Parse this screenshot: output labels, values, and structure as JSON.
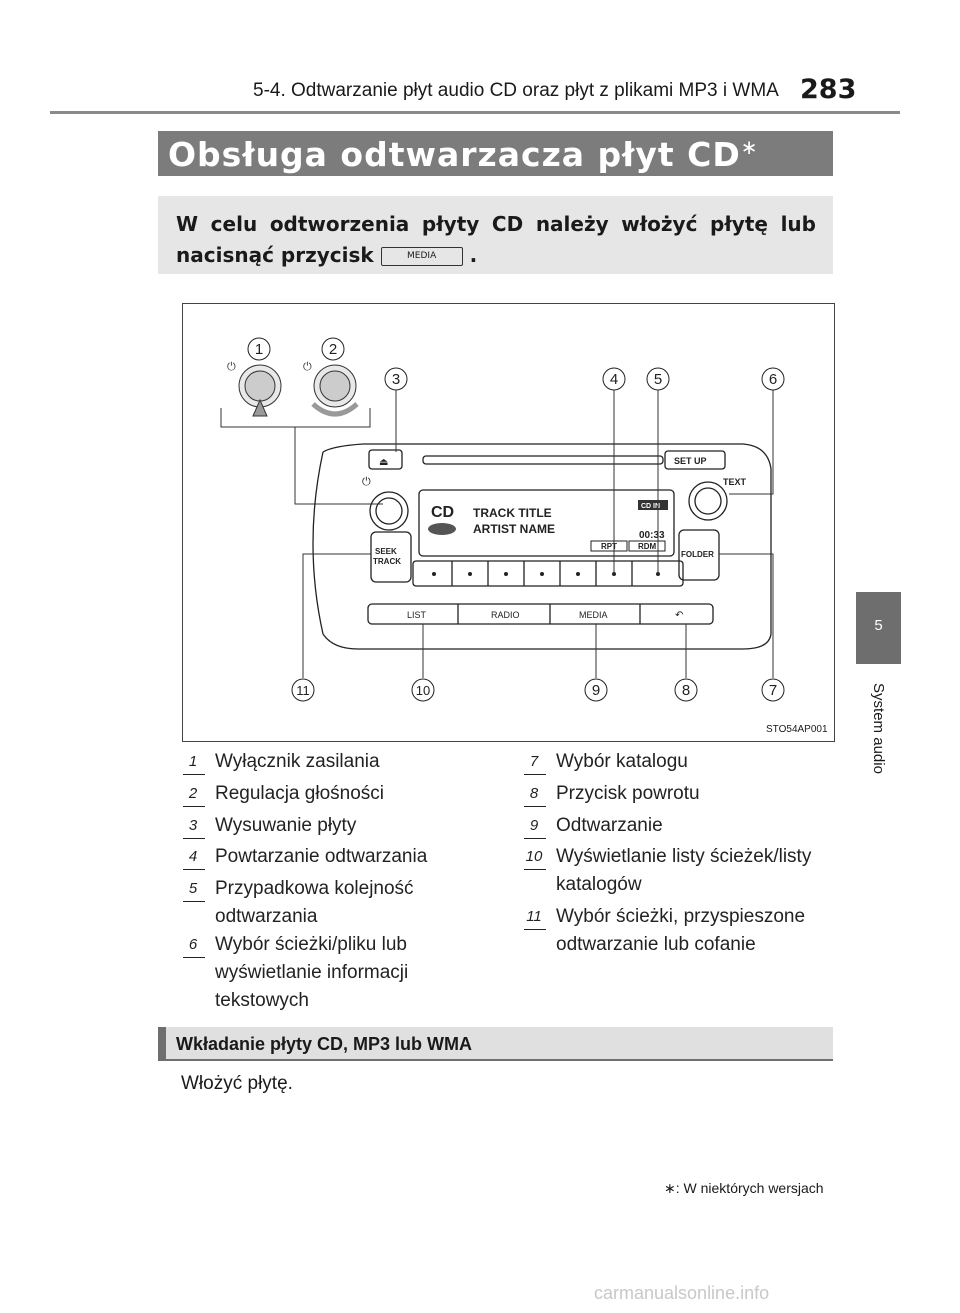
{
  "header": {
    "section_title": "5-4. Odtwarzanie płyt audio CD oraz płyt z plikami MP3 i WMA",
    "page_number": "283"
  },
  "title": {
    "text": "Obsługa odtwarzacza płyt CD",
    "marker": "∗"
  },
  "intro": {
    "text_before": "W celu odtworzenia płyty CD należy włożyć płytę lub nacisnąć przycisk",
    "button_label": "MEDIA",
    "text_after": "."
  },
  "figure": {
    "code": "STO54AP001",
    "callouts": [
      "1",
      "2",
      "3",
      "4",
      "5",
      "6",
      "7",
      "8",
      "9",
      "10",
      "11"
    ],
    "display": {
      "source": "CD",
      "track": "TRACK TITLE",
      "artist": "ARTIST NAME",
      "indicator": "CD IN",
      "rpt": "RPT",
      "rdm": "RDM",
      "time": "00:33"
    },
    "buttons": {
      "setup": "SET UP",
      "text": "TEXT",
      "seek": "SEEK",
      "track": "TRACK",
      "folder": "FOLDER",
      "list": "LIST",
      "radio": "RADIO",
      "media": "MEDIA"
    }
  },
  "legend_left": [
    {
      "num": "1",
      "text": "Wyłącznik zasilania"
    },
    {
      "num": "2",
      "text": "Regulacja głośności"
    },
    {
      "num": "3",
      "text": "Wysuwanie płyty"
    },
    {
      "num": "4",
      "text": "Powtarzanie odtwarzania"
    },
    {
      "num": "5",
      "text": "Przypadkowa kolejność odtwarzania"
    },
    {
      "num": "6",
      "text": "Wybór ścieżki/pliku lub wyświetlanie informacji tekstowych"
    }
  ],
  "legend_right": [
    {
      "num": "7",
      "text": "Wybór katalogu"
    },
    {
      "num": "8",
      "text": "Przycisk powrotu"
    },
    {
      "num": "9",
      "text": "Odtwarzanie"
    },
    {
      "num": "10",
      "text": "Wyświetlanie listy ścieżek/listy katalogów"
    },
    {
      "num": "11",
      "text": "Wybór ścieżki, przyspieszone odtwarzanie lub cofanie"
    }
  ],
  "subsection": {
    "title": "Wkładanie płyty CD, MP3 lub WMA",
    "body": "Włożyć płytę."
  },
  "footnote": {
    "marker": "∗",
    "text": ": W niektórych wersjach"
  },
  "side_tab": {
    "chapter": "5",
    "label": "System audio"
  },
  "watermark": "carmanualsonline.info"
}
